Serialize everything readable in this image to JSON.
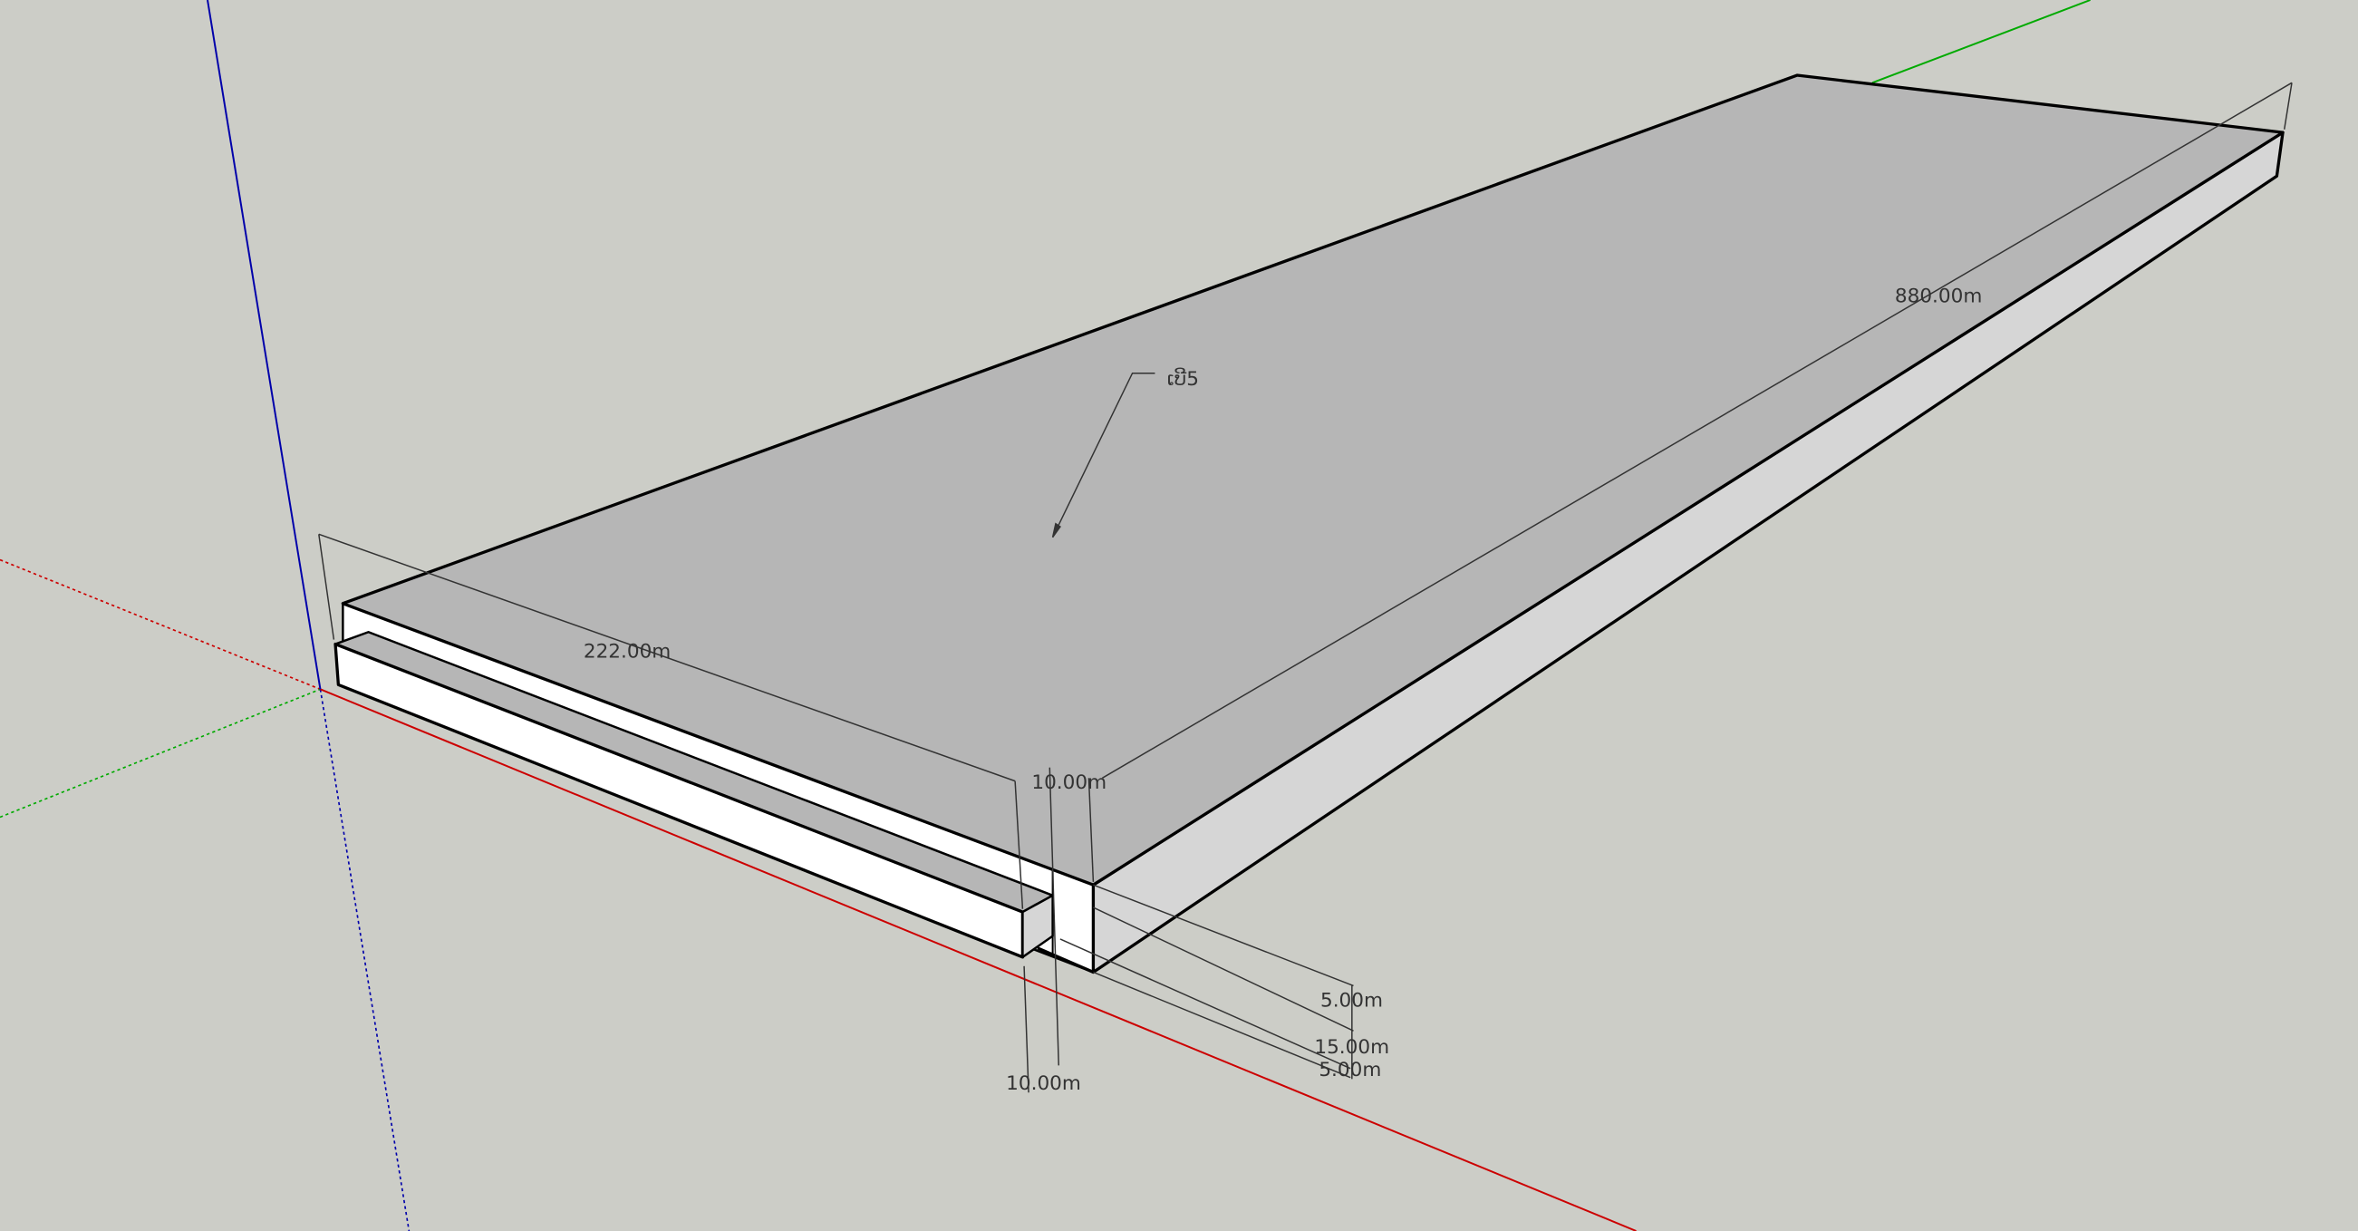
{
  "viewport": {
    "background": "#cccdc7"
  },
  "axes": {
    "red": "#cc0000",
    "green": "#00aa00",
    "blue": "#0000aa"
  },
  "model": {
    "top_face_color": "#b6b6b6",
    "side_face_color": "#d6d6d6",
    "front_face_color": "#ffffff"
  },
  "dimensions": {
    "width": "222.00m",
    "length": "880.00m",
    "gap_top": "10.00m",
    "gap_bottom": "10.00m",
    "height_upper": "5.00m",
    "height_total": "15.00m",
    "height_lower": "5.00m"
  },
  "label": {
    "text": "ເບີ5"
  }
}
